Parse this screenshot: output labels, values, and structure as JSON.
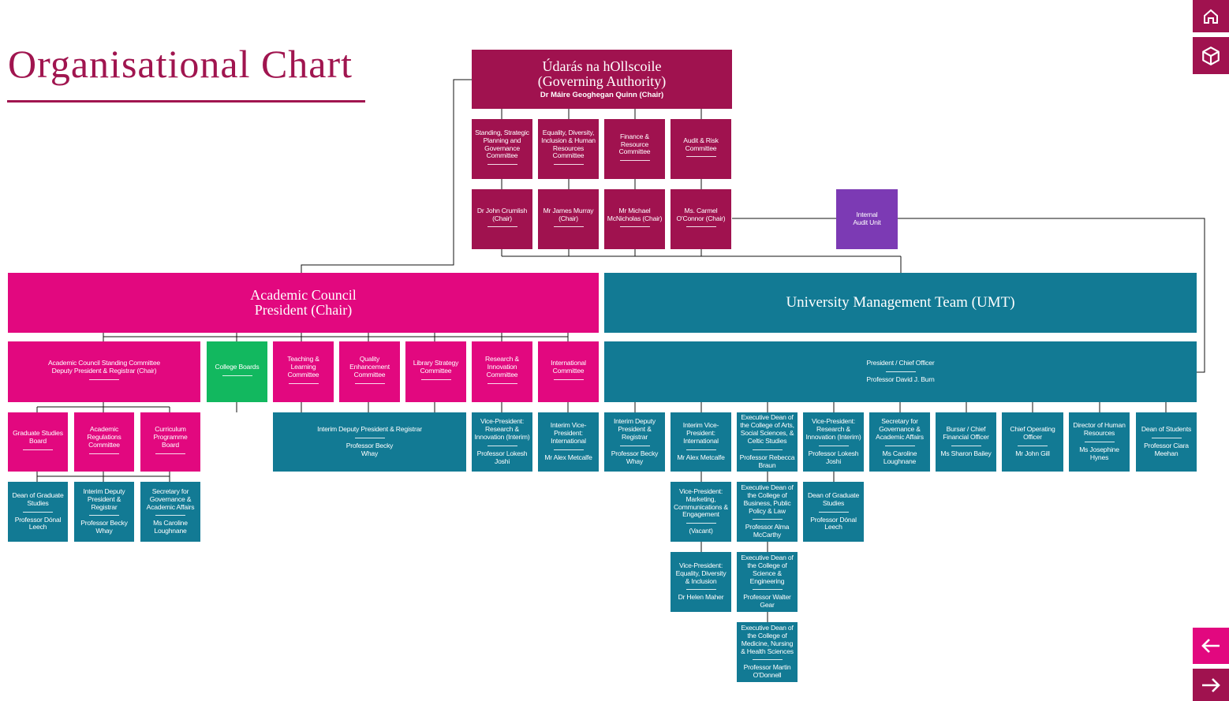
{
  "page_title": "Organisational Chart",
  "governing_authority": {
    "line1": "Údarás na hOllscoile",
    "line2": "(Governing Authority)",
    "chair": "Dr Máire Geoghegan Quinn (Chair)"
  },
  "gov_committees": [
    {
      "name": "Standing, Strategic Planning and Governance Committee",
      "chair": "Dr John Crumlish (Chair)"
    },
    {
      "name": "Equality, Diversity, Inclusion & Human Resources Committee",
      "chair": "Mr James Murray (Chair)"
    },
    {
      "name": "Finance & Resource Committee",
      "chair": "Mr Michael McNicholas (Chair)"
    },
    {
      "name": "Audit & Risk Committee",
      "chair": "Ms. Carmel O'Connor (Chair)"
    }
  ],
  "internal_audit": "Internal Audit Unit",
  "academic_council": {
    "line1": "Academic Council",
    "line2": "President (Chair)"
  },
  "umt": {
    "title": "University Management Team (UMT)"
  },
  "standing_committee": {
    "line1": "Academic Council Standing Committee",
    "line2": "Deputy President & Registrar (Chair)"
  },
  "college_boards": "College Boards",
  "ac_committees": [
    "Teaching & Learning Committee",
    "Quality Enhancement Committee",
    "Library Strategy Committee",
    "Research & Innovation Committee",
    "International Committee"
  ],
  "president": {
    "role": "President / Chief Officer",
    "name": "Professor David J. Burn"
  },
  "standing_subs": [
    "Graduate Studies Board",
    "Academic Regulations Committee",
    "Curriculum Programme Board"
  ],
  "standing_sub_people": [
    {
      "role": "Dean of Graduate Studies",
      "name": "Professor Dónal Leech"
    },
    {
      "role": "Interim Deputy President & Registrar",
      "name": "Professor Becky Whay"
    },
    {
      "role": "Secretary for Governance & Academic Affairs",
      "name": "Ms Caroline Loughnane"
    }
  ],
  "ac_officers": [
    {
      "role": "Interim Deputy President & Registrar",
      "name": "Professor Becky Whay"
    },
    {
      "role": "Vice-President: Research & Innovation (Interim)",
      "name": "Professor Lokesh Joshi"
    },
    {
      "role": "Interim Vice-President: International",
      "name": "Mr Alex Metcalfe"
    }
  ],
  "umt_members": [
    {
      "role": "Interim Deputy President & Registrar",
      "name": "Professor Becky Whay"
    },
    {
      "role": "Interim Vice-President: International",
      "name": "Mr Alex Metcalfe"
    },
    {
      "role": "Executive Dean of the College of Arts, Social Sciences, & Celtic Studies",
      "name": "Professor Rebecca Braun"
    },
    {
      "role": "Vice-President: Research & Innovation (Interim)",
      "name": "Professor Lokesh Joshi"
    },
    {
      "role": "Secretary for Governance & Academic Affairs",
      "name": "Ms Caroline Loughnane"
    },
    {
      "role": "Bursar / Chief Financial Officer",
      "name": "Ms Sharon Bailey"
    },
    {
      "role": "Chief Operating Officer",
      "name": "Mr John Gill"
    },
    {
      "role": "Director of Human Resources",
      "name": "Ms Josephine Hynes"
    },
    {
      "role": "Dean of Students",
      "name": "Professor Ciara Meehan"
    }
  ],
  "vp_column": [
    {
      "role": "Vice-President: Marketing, Communications & Engagement",
      "name": "(Vacant)"
    },
    {
      "role": "Vice-President: Equality, Diversity & Inclusion",
      "name": "Dr Helen Maher"
    }
  ],
  "deans_column": [
    {
      "role": "Executive Dean of the College of Business, Public Policy & Law",
      "name": "Professor Alma McCarthy"
    },
    {
      "role": "Executive Dean of the College of Science & Engineering",
      "name": "Professor Walter Gear"
    },
    {
      "role": "Executive Dean of the College of Medicine, Nursing & Health Sciences",
      "name": "Professor Martin O'Donnell"
    }
  ],
  "research_column": [
    {
      "role": "Dean of Graduate Studies",
      "name": "Professor Dónal Leech"
    }
  ],
  "nav": {
    "home": "home-icon",
    "cube": "cube-icon",
    "prev": "arrow-left-icon",
    "next": "arrow-right-icon"
  }
}
